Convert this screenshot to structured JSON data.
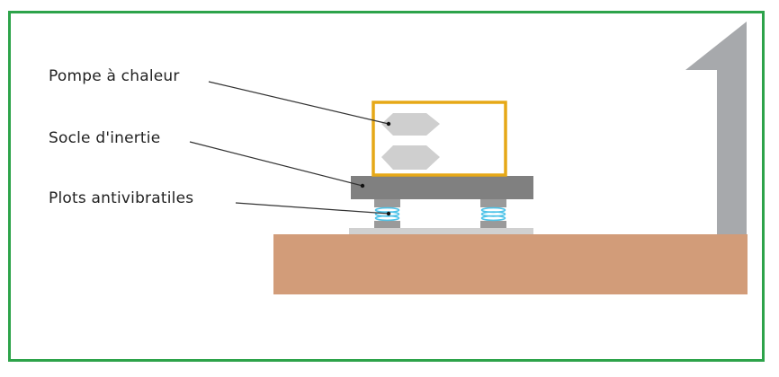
{
  "labels": {
    "heat_pump": "Pompe à chaleur",
    "inertia_base": "Socle d'inertie",
    "anti_vibration_pads": "Plots antivibratiles"
  },
  "colors": {
    "frame": "#2da34a",
    "ground": "#d29c79",
    "wall": "#a7a9ac",
    "base": "#808080",
    "pump_outline": "#e6a817",
    "fan": "#cfcfcf",
    "spring": "#4fc3e8",
    "pad": "#9a9a9a"
  }
}
